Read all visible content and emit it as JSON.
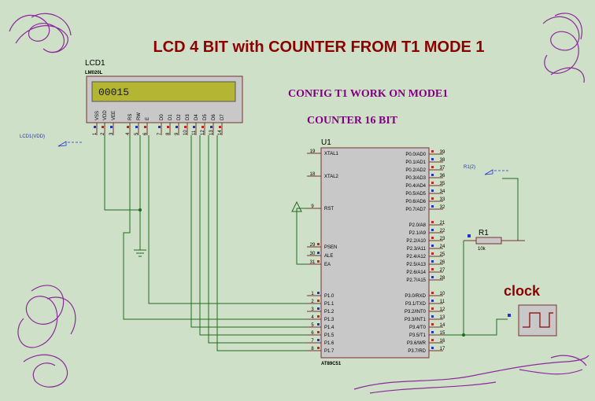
{
  "title": "LCD  4 BIT with COUNTER FROM T1 MODE 1",
  "notes": {
    "config": "CONFIG T1 WORK ON  MODE1",
    "counter": "COUNTER  16 BIT"
  },
  "lcd": {
    "ref": "LCD1",
    "part": "LM020L",
    "display": "00015",
    "pin_labels": [
      "VSS",
      "VDD",
      "VEE",
      "RS",
      "RW",
      "E",
      "D0",
      "D1",
      "D2",
      "D3",
      "D4",
      "D5",
      "D6",
      "D7"
    ],
    "pin_numbers": [
      "1",
      "2",
      "3",
      "4",
      "5",
      "6",
      "7",
      "8",
      "9",
      "10",
      "11",
      "12",
      "13",
      "14"
    ]
  },
  "lcd_vdd_terminal": "LCD1(VDD)",
  "mcu": {
    "ref": "U1",
    "part": "AT89C51",
    "left_pins": [
      {
        "num": "19",
        "name": "XTAL1"
      },
      {
        "num": "18",
        "name": "XTAL2"
      },
      {
        "num": "9",
        "name": "RST"
      },
      {
        "num": "29",
        "name": "PSEN"
      },
      {
        "num": "30",
        "name": "ALE"
      },
      {
        "num": "31",
        "name": "EA"
      },
      {
        "num": "1",
        "name": "P1.0"
      },
      {
        "num": "2",
        "name": "P1.1"
      },
      {
        "num": "3",
        "name": "P1.2"
      },
      {
        "num": "4",
        "name": "P1.3"
      },
      {
        "num": "5",
        "name": "P1.4"
      },
      {
        "num": "6",
        "name": "P1.5"
      },
      {
        "num": "7",
        "name": "P1.6"
      },
      {
        "num": "8",
        "name": "P1.7"
      }
    ],
    "right_pins": [
      {
        "num": "39",
        "name": "P0.0/AD0"
      },
      {
        "num": "38",
        "name": "P0.1/AD1"
      },
      {
        "num": "37",
        "name": "P0.2/AD2"
      },
      {
        "num": "36",
        "name": "P0.3/AD3"
      },
      {
        "num": "35",
        "name": "P0.4/AD4"
      },
      {
        "num": "34",
        "name": "P0.5/AD5"
      },
      {
        "num": "33",
        "name": "P0.6/AD6"
      },
      {
        "num": "32",
        "name": "P0.7/AD7"
      },
      {
        "num": "21",
        "name": "P2.0/A8"
      },
      {
        "num": "22",
        "name": "P2.1/A9"
      },
      {
        "num": "23",
        "name": "P2.2/A10"
      },
      {
        "num": "24",
        "name": "P2.3/A11"
      },
      {
        "num": "25",
        "name": "P2.4/A12"
      },
      {
        "num": "26",
        "name": "P2.5/A13"
      },
      {
        "num": "27",
        "name": "P2.6/A14"
      },
      {
        "num": "28",
        "name": "P2.7/A15"
      },
      {
        "num": "10",
        "name": "P3.0/RXD"
      },
      {
        "num": "11",
        "name": "P3.1/TXD"
      },
      {
        "num": "12",
        "name": "P3.2/INT0"
      },
      {
        "num": "13",
        "name": "P3.3/INT1"
      },
      {
        "num": "14",
        "name": "P3.4/T0"
      },
      {
        "num": "15",
        "name": "P3.5/T1"
      },
      {
        "num": "16",
        "name": "P3.6/WR"
      },
      {
        "num": "17",
        "name": "P3.7/RD"
      }
    ]
  },
  "resistor": {
    "ref": "R1",
    "value": "10k"
  },
  "r1_terminal": "R1(2)",
  "clock_label": "clock",
  "colors": {
    "background": "#cfe0c8",
    "title": "#8b0000",
    "note": "#800080",
    "wire": "#1f6b1f",
    "chip_fill": "#c8c8c8",
    "lcd_screen": "#b5b534",
    "pin_red": "#cc2222",
    "pin_blue": "#2233cc",
    "scribble": "#8a2a9a"
  }
}
